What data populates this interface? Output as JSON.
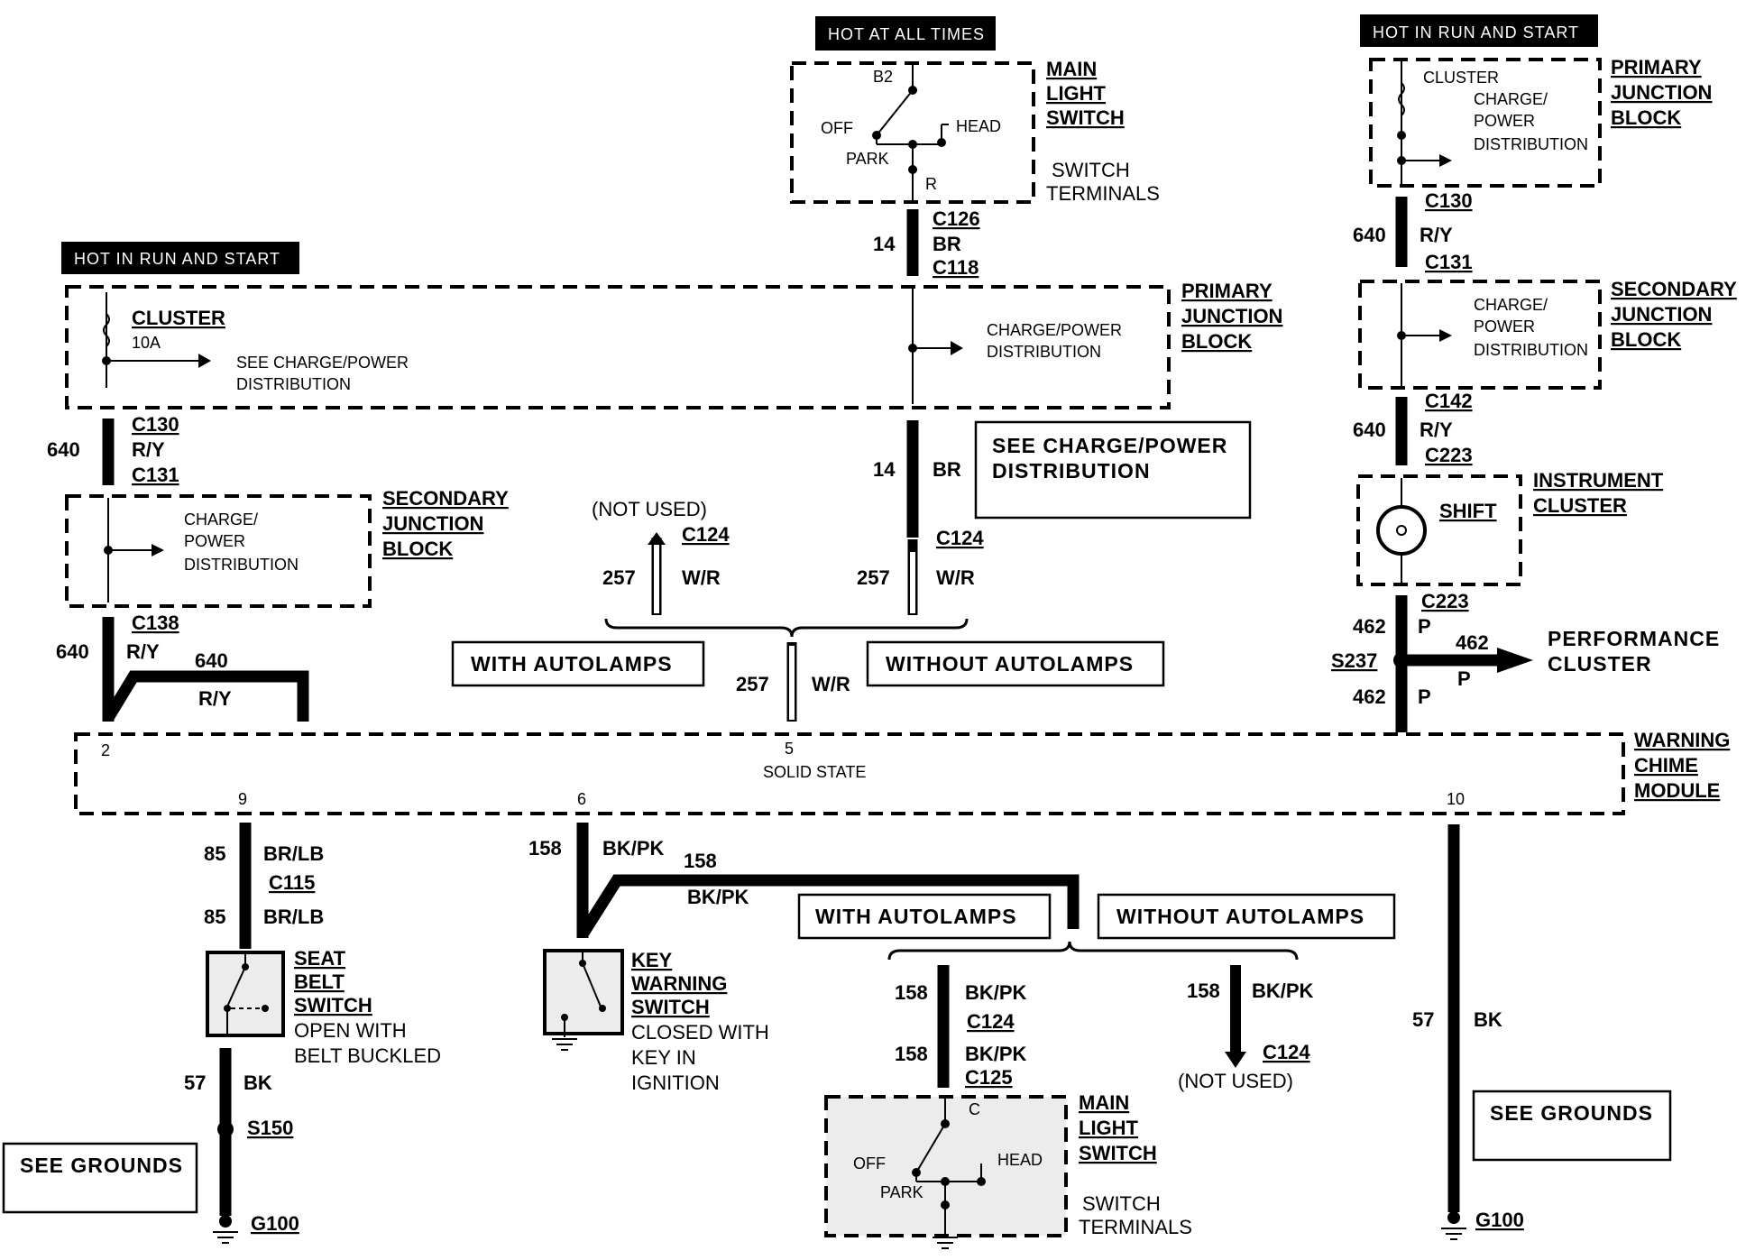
{
  "headers": {
    "hot_at_all_times": "HOT AT ALL TIMES",
    "hot_run_start_left": "HOT IN RUN AND START",
    "hot_run_start_right": "HOT IN RUN AND START"
  },
  "main_light_switch_top": {
    "title": [
      "MAIN",
      "LIGHT",
      "SWITCH"
    ],
    "sub": [
      "SWITCH",
      "TERMINALS"
    ],
    "b2": "B2",
    "off": "OFF",
    "head": "HEAD",
    "park": "PARK",
    "r": "R"
  },
  "top_wire": {
    "c126": "C126",
    "num": "14",
    "color": "BR",
    "c118": "C118"
  },
  "primary_junction_left": {
    "title": [
      "PRIMARY",
      "JUNCTION",
      "BLOCK"
    ],
    "cluster": "CLUSTER",
    "fuse": "10A",
    "see1": "SEE CHARGE/POWER",
    "see2": "DISTRIBUTION",
    "cp1": "CHARGE/POWER",
    "cp2": "DISTRIBUTION"
  },
  "left_wire_640": {
    "c130": "C130",
    "num": "640",
    "color": "R/Y",
    "c131": "C131"
  },
  "secondary_junction_left": {
    "title": [
      "SECONDARY",
      "JUNCTION",
      "BLOCK"
    ],
    "t1": "CHARGE/",
    "t2": "POWER",
    "t3": "DISTRIBUTION"
  },
  "left_wire_c138": {
    "c138": "C138",
    "num": "640",
    "color": "R/Y",
    "num2": "640",
    "color2": "R/Y"
  },
  "see_charge_box": [
    "SEE CHARGE/POWER",
    "DISTRIBUTION"
  ],
  "mid_wire_14": {
    "num": "14",
    "color": "BR"
  },
  "autolamps_top": {
    "not_used": "(NOT USED)",
    "c124_left": "C124",
    "num_left": "257",
    "color_left": "W/R",
    "c124_right": "C124",
    "num_right": "257",
    "color_right": "W/R",
    "with": "WITH AUTOLAMPS",
    "without": "WITHOUT AUTOLAMPS",
    "num_bottom": "257",
    "color_bottom": "W/R"
  },
  "primary_junction_right": {
    "title": [
      "PRIMARY",
      "JUNCTION",
      "BLOCK"
    ],
    "cluster": "CLUSTER",
    "t1": "CHARGE/",
    "t2": "POWER",
    "t3": "DISTRIBUTION"
  },
  "right_wire_640a": {
    "c130": "C130",
    "num": "640",
    "color": "R/Y",
    "c131": "C131"
  },
  "secondary_junction_right": {
    "title": [
      "SECONDARY",
      "JUNCTION",
      "BLOCK"
    ],
    "t1": "CHARGE/",
    "t2": "POWER",
    "t3": "DISTRIBUTION"
  },
  "right_wire_640b": {
    "c142": "C142",
    "num": "640",
    "color": "R/Y",
    "c223": "C223"
  },
  "instrument_cluster": {
    "title": [
      "INSTRUMENT",
      "CLUSTER"
    ],
    "shift": "SHIFT",
    "c223": "C223"
  },
  "right_wire_462": {
    "num": "462",
    "color": "P",
    "splice": "S237",
    "num_r": "462",
    "color_r": "P",
    "perf1": "PERFORMANCE",
    "perf2": "CLUSTER",
    "num_b": "462",
    "color_b": "P"
  },
  "module": {
    "title": [
      "WARNING",
      "CHIME",
      "MODULE"
    ],
    "solid": "SOLID STATE",
    "pins": {
      "p2": "2",
      "p5": "5",
      "p9": "9",
      "p6": "6",
      "p10": "10"
    }
  },
  "seat_belt": {
    "num1": "85",
    "color1": "BR/LB",
    "c115": "C115",
    "num2": "85",
    "color2": "BR/LB",
    "title": [
      "SEAT",
      "BELT",
      "SWITCH"
    ],
    "desc": [
      "OPEN WITH",
      "BELT BUCKLED"
    ],
    "num3": "57",
    "color3": "BK",
    "splice": "S150",
    "ground": "G100"
  },
  "see_grounds_left": "SEE GROUNDS",
  "key_warning": {
    "num1": "158",
    "color1": "BK/PK",
    "num2": "158",
    "color2": "BK/PK",
    "title": [
      "KEY",
      "WARNING",
      "SWITCH"
    ],
    "desc": [
      "CLOSED WITH",
      "KEY IN",
      "IGNITION"
    ]
  },
  "autolamps_bottom": {
    "with": "WITH AUTOLAMPS",
    "without": "WITHOUT AUTOLAMPS",
    "num1": "158",
    "color1": "BK/PK",
    "c124": "C124",
    "num2": "158",
    "color2": "BK/PK",
    "c125": "C125",
    "num3": "158",
    "color3": "BK/PK",
    "c124b": "C124",
    "not_used": "(NOT USED)"
  },
  "main_light_switch_bottom": {
    "title": [
      "MAIN",
      "LIGHT",
      "SWITCH"
    ],
    "sub": [
      "SWITCH",
      "TERMINALS"
    ],
    "c": "C",
    "off": "OFF",
    "head": "HEAD",
    "park": "PARK"
  },
  "ground_right": {
    "num": "57",
    "color": "BK",
    "see": "SEE GROUNDS",
    "ground": "G100"
  }
}
